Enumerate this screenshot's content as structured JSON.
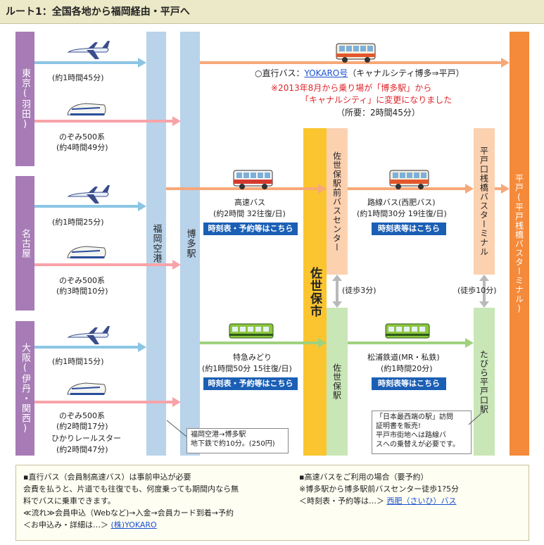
{
  "header": {
    "title": "ルート1：全国各地から福岡経由・平戸へ"
  },
  "cities": {
    "tokyo": "東京(羽田)",
    "nagoya": "名古屋",
    "osaka": "大阪(伊丹・関西)"
  },
  "columns": {
    "fukuoka_airport": "福岡空港",
    "hakata": "博多駅",
    "sasebo_city": "佐世保市",
    "sasebo_bus_center": "佐世保駅前バスセンター",
    "sasebo_station": "佐世保駅",
    "hirado_bus_terminal": "平戸口桟橋バスターミナル",
    "tabira_station": "たびら平戸口駅",
    "hirado": "平戸(平戸桟橋バスターミナル)"
  },
  "legs": {
    "tokyo_air": "(約1時間45分)",
    "tokyo_train_name": "のぞみ500系",
    "tokyo_train_time": "(約4時間49分)",
    "nagoya_air": "(約1時間25分)",
    "nagoya_train_name": "のぞみ500系",
    "nagoya_train_time": "(約3時間10分)",
    "osaka_air": "(約1時間15分)",
    "osaka_train_name": "のぞみ500系",
    "osaka_train_time": "(約2時間17分)",
    "osaka_train2_name": "ひかりレールスター",
    "osaka_train2_time": "(約2時間47分)"
  },
  "direct_bus": {
    "prefix": "○直行バス：",
    "link": "YOKARO号",
    "route": "（キャナルシティ博多⇒平戸）",
    "notice1": "※2013年8月から乗り場が「博多駅」から",
    "notice2": "「キャナルシティ」に変更になりました",
    "duration": "（所要：2時間45分）"
  },
  "highway_bus": {
    "name": "高速バス",
    "info": "(約2時間 32往復/日)",
    "button": "時刻表・予約等はこちら"
  },
  "route_bus": {
    "name": "路線バス(西肥バス)",
    "info": "(約1時間30分 19往復/日)",
    "button": "時刻表等はこちら"
  },
  "midori": {
    "name": "特急みどり",
    "info": "(約1時間50分 15往復/日)",
    "button": "時刻表・予約等はこちら"
  },
  "matsuura": {
    "name": "松浦鉄道(MR・私鉄)",
    "info": "(約1時間20分)",
    "button": "時刻表等はこちら"
  },
  "walk": {
    "sasebo": "(徒歩3分)",
    "hirado": "(徒歩10分)"
  },
  "airport_note": {
    "line1": "福岡空港→博多駅",
    "line2": "地下鉄で約10分。(250円)"
  },
  "station_note": {
    "line1": "「日本最西端の駅」訪問",
    "line2": "証明書を販売!",
    "line3": "平戸市街地へは路線バ",
    "line4": "スへの乗替えが必要です。"
  },
  "info_left": {
    "l1": "▪直行バス（会員制高速バス）は事前申込が必要",
    "l2": "会費を払うと、片道でも往復でも、何度乗っても期間内なら無",
    "l3": "料でバスに乗車できます。",
    "l4": "≪流れ≫会員申込（Webなど)→入金→会員カード到着→予約",
    "l5_prefix": "＜お申込み・詳細は…＞",
    "l5_link": "(株)YOKARO"
  },
  "info_right": {
    "l1": "▪高速バスをご利用の場合（要予約）",
    "l2": "※博多駅から博多駅前バスセンター徒歩1?5分",
    "l3_prefix": "＜時刻表・予約等は…＞",
    "l3_link": "西肥（さいひ）バス"
  },
  "colors": {
    "city": "#a77cb6",
    "blue_col": "#b8d3ea",
    "orange": "#f48a3a",
    "yellow": "#fbc52f",
    "button": "#1b5fb5"
  }
}
